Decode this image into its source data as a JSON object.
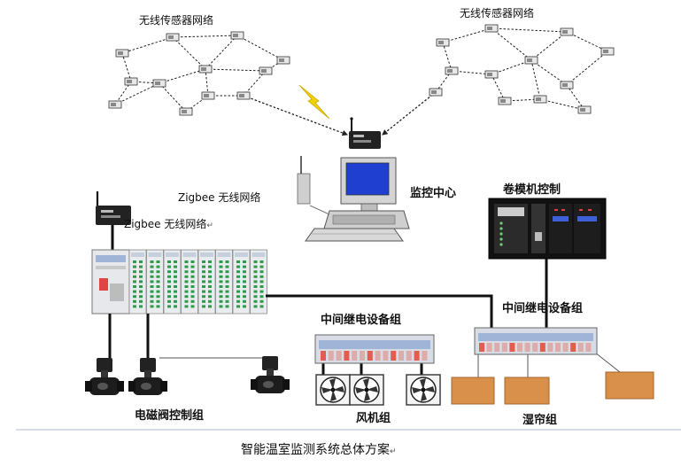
{
  "labels": {
    "sensor_net_left": "无线传感器网络",
    "sensor_net_right": "无线传感器网络",
    "monitor_center": "监控中心",
    "zigbee_top": "Zigbee 无线网络",
    "zigbee_side": "Zigbee 无线网络",
    "winch_control": "卷模机控制",
    "relay_group_1": "中间继电设备组",
    "relay_group_2": "中间继电设备组",
    "valve_group": "电磁阀控制组",
    "fan_group": "风机组",
    "curtain_group": "湿帘组",
    "caption": "智能温室监测系统总体方案"
  },
  "return_mark": "↵",
  "colors": {
    "monitor_screen": "#1f3fd0",
    "curtain": "#d9904a",
    "lightning": "#f0d200",
    "device_dark": "#1a1a1a",
    "plc_green": "#2f9a4a",
    "relay_blue": "#9fb4d6"
  }
}
